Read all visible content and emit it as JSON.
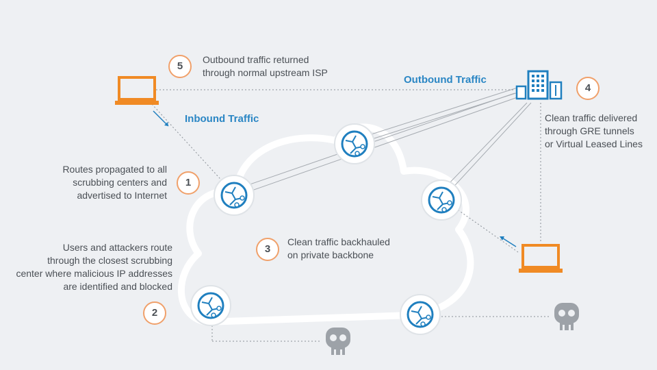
{
  "labels": {
    "inbound": "Inbound Traffic",
    "outbound": "Outbound Traffic"
  },
  "steps": [
    {
      "number": "1",
      "lines": [
        "Routes propagated to all",
        "scrubbing centers and",
        "advertised to Internet"
      ]
    },
    {
      "number": "2",
      "lines": [
        "Users and attackers route",
        "through the closest scrubbing",
        "center where malicious IP addresses",
        "are identified and blocked"
      ]
    },
    {
      "number": "3",
      "lines": [
        "Clean traffic backhauled",
        "on private backbone"
      ]
    },
    {
      "number": "4",
      "lines": [
        "Clean traffic delivered",
        "through GRE tunnels",
        "or Virtual Leased Lines"
      ]
    },
    {
      "number": "5",
      "lines": [
        "Outbound traffic returned",
        "through normal upstream ISP"
      ]
    }
  ],
  "nodes": [
    {
      "icon": "scrubbing-center-icon"
    },
    {
      "icon": "scrubbing-center-icon"
    },
    {
      "icon": "scrubbing-center-icon"
    },
    {
      "icon": "scrubbing-center-icon"
    },
    {
      "icon": "scrubbing-center-icon"
    }
  ],
  "icons": {
    "user": "laptop-icon",
    "attacker": "skull-icon",
    "datacenter": "building-icon"
  },
  "colors": {
    "accent_orange": "#f08a24",
    "accent_blue": "#1f7fbf",
    "text": "#4a4f55",
    "badge_border": "#f0a06a"
  }
}
